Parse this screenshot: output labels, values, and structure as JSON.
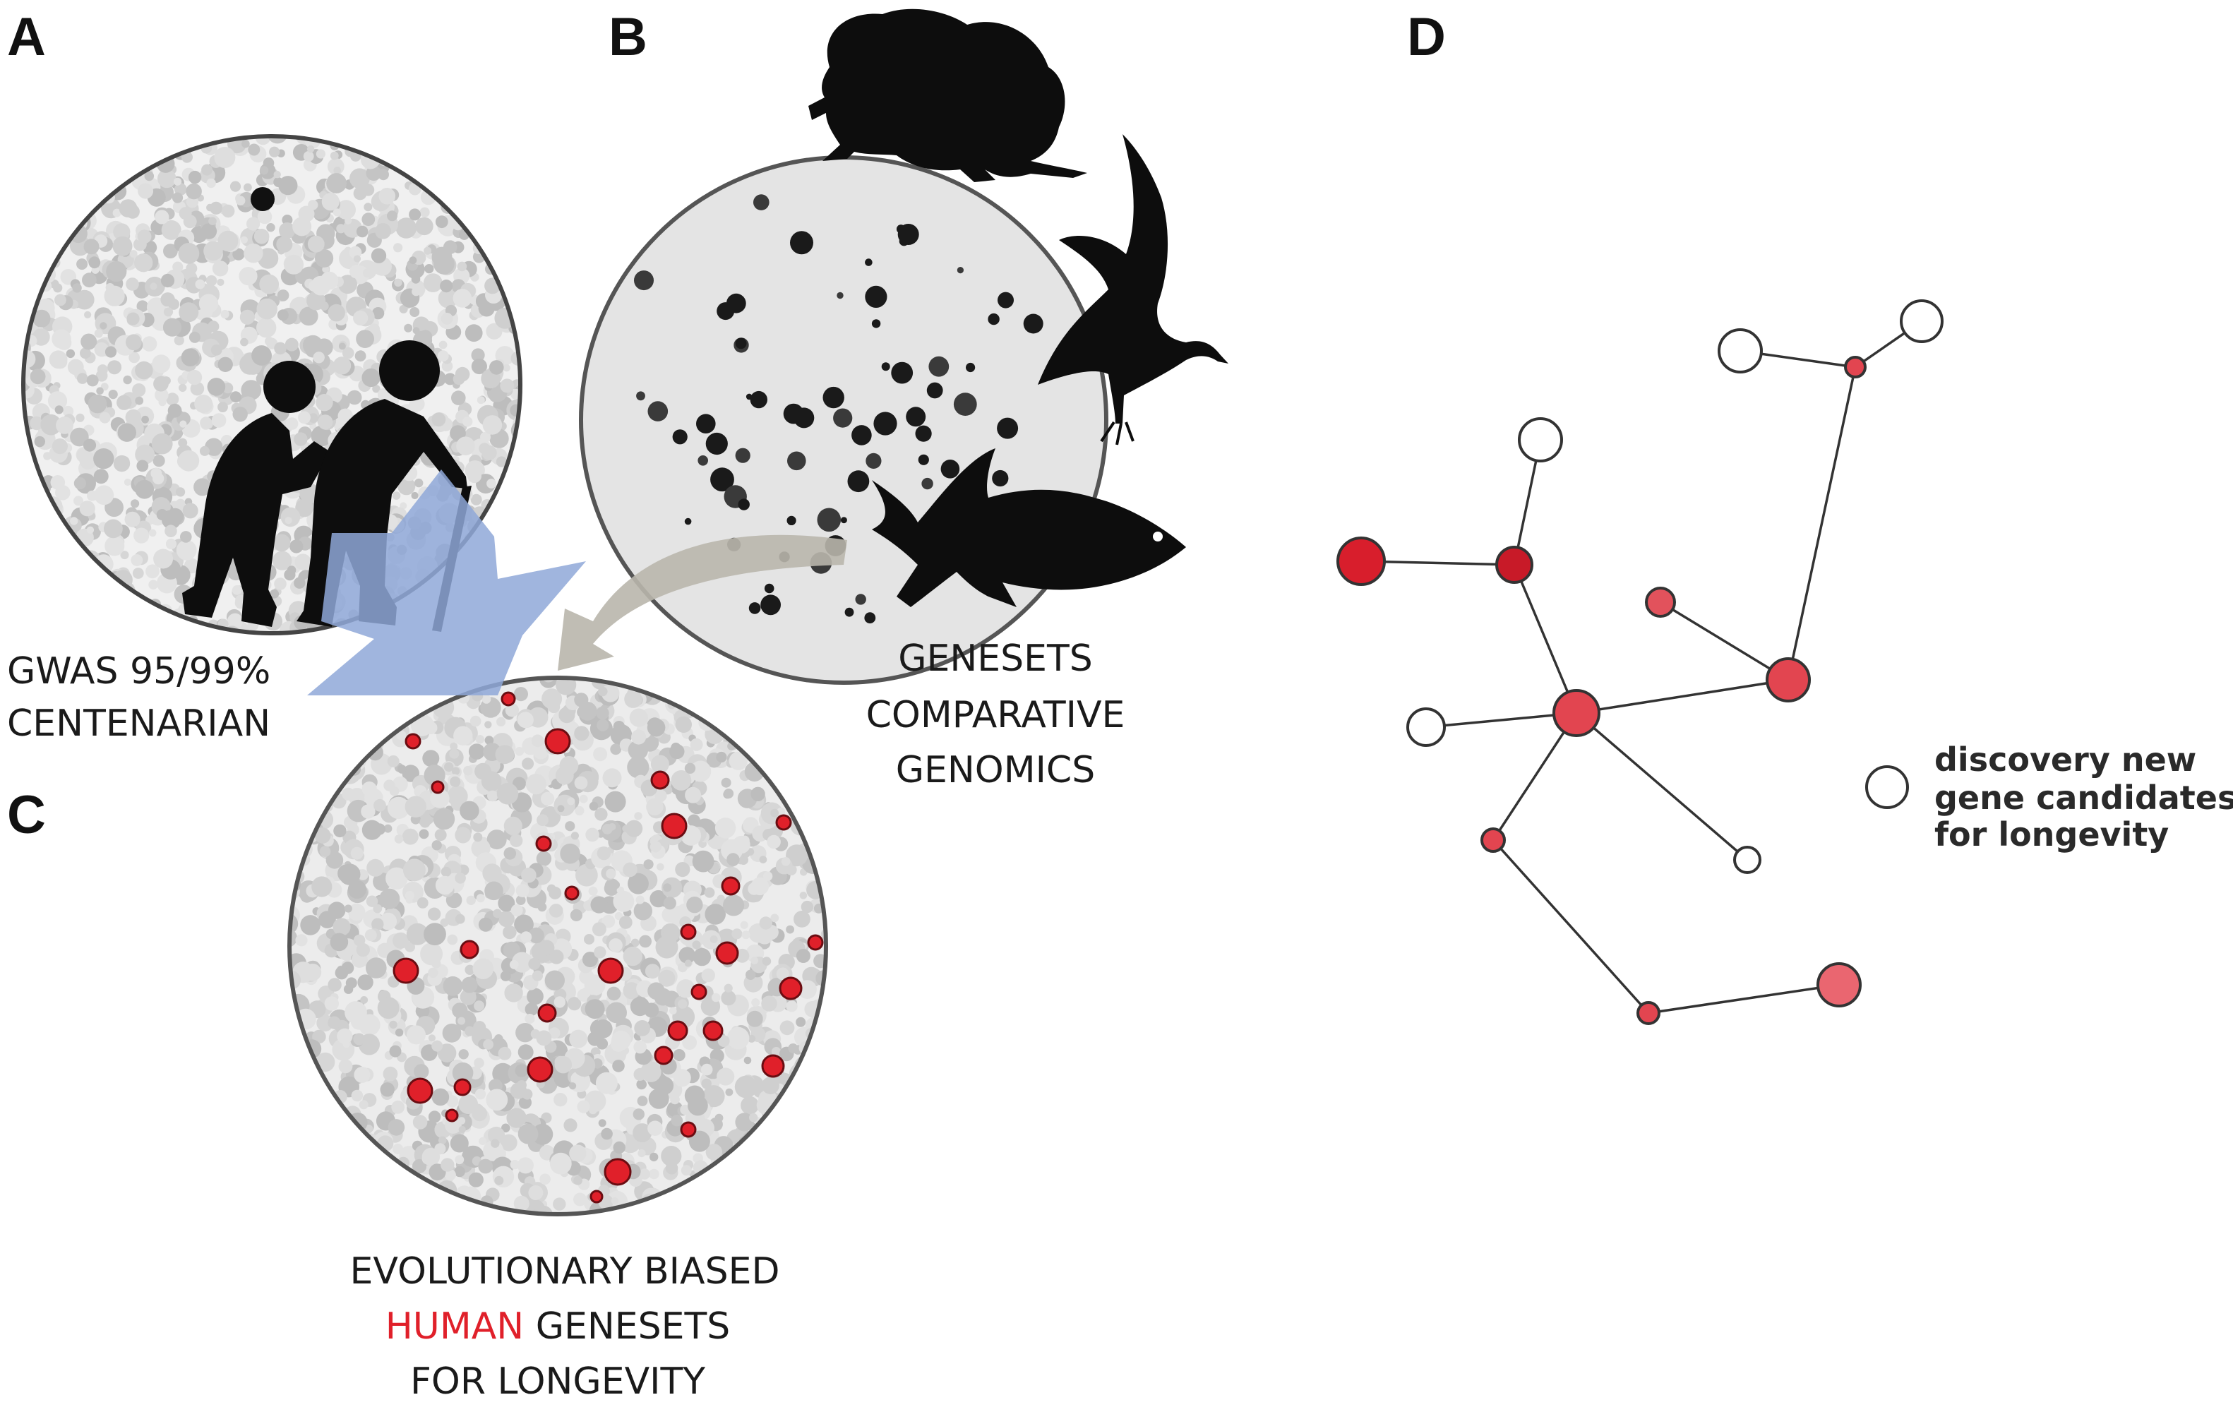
{
  "panels": {
    "a": {
      "letter": "A",
      "caption_line1": "GWAS 95/99%",
      "caption_line2": "CENTENARIAN"
    },
    "b": {
      "letter": "B",
      "caption_line1": "GENESETS",
      "caption_line2": "COMPARATIVE",
      "caption_line3": "GENOMICS"
    },
    "c": {
      "letter": "C",
      "caption_line1": "EVOLUTIONARY BIASED",
      "caption_line2_highlight": "HUMAN",
      "caption_line2_rest": " GENESETS",
      "caption_line3": "FOR LONGEVITY"
    },
    "d": {
      "letter": "D",
      "legend_line1": "discovery new",
      "legend_line2": "gene candidates",
      "legend_line3": "for longevity"
    }
  },
  "icons": [
    "elderly-couple-silhouette-icon",
    "hamster-silhouette-icon",
    "bird-silhouette-icon",
    "fish-silhouette-icon",
    "blue-merge-arrow-icon",
    "gray-curved-arrow-icon"
  ],
  "colors": {
    "highlight_red": "#e0202a",
    "node_red_dark": "#d81e2c",
    "node_red": "#e24550",
    "node_pink": "#ea6670",
    "background_dots": "#c8c8c8",
    "arrow_blue": "#8fa8d8",
    "arrow_gray": "#b9b6ac"
  }
}
